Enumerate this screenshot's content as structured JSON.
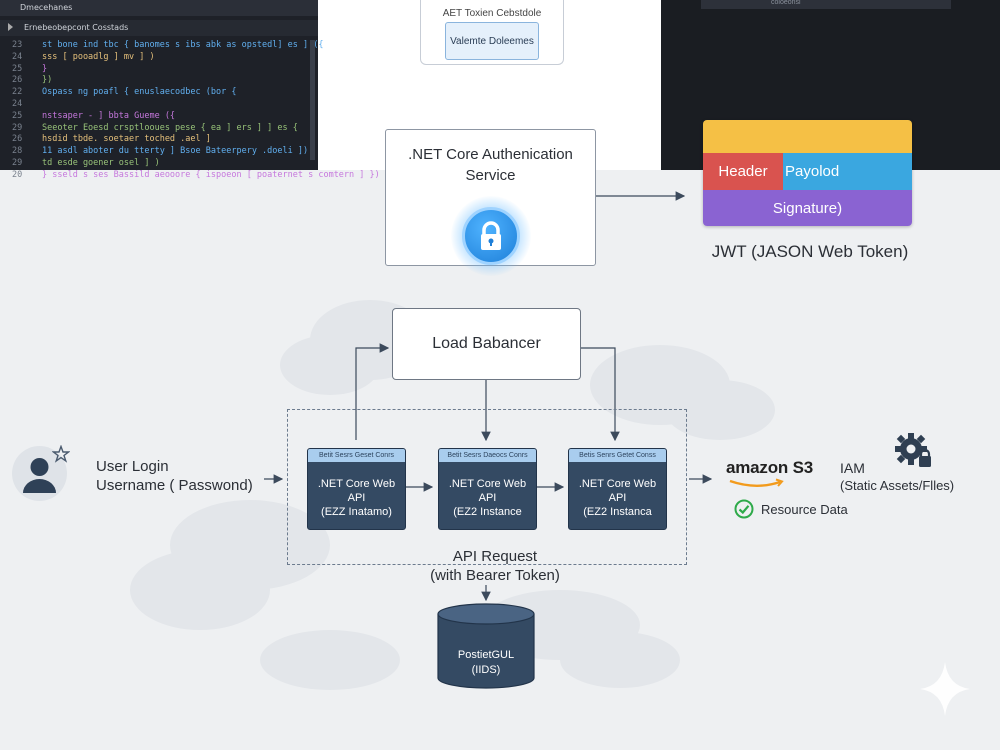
{
  "code_panel": {
    "tab_title": "Dmecehanes",
    "path_title": "Ernebeobepcont Cosstads",
    "lines": [
      {
        "n": "23",
        "t": "        st bone  ind  tbc { banomes s  ibs  abk as opstedl] es ] ({"
      },
      {
        "n": "24",
        "t": "          sss [ pooadlg ] mv ] )"
      },
      {
        "n": "25",
        "t": "    }"
      },
      {
        "n": "26",
        "t": " })"
      },
      {
        "n": "22",
        "t": " Ospass ng poafl { enuslaecodbec (bor {"
      },
      {
        "n": "24",
        "t": ""
      },
      {
        "n": "25",
        "t": " nstsaper - ] bbta  Gueme  ({"
      },
      {
        "n": "29",
        "t": "        Seeoter  Eoesd  crsptlooues pese  { ea ] ers ] ] es {"
      },
      {
        "n": "26",
        "t": "        hsdid  tbde.  soetaer  toched .ael ]"
      },
      {
        "n": "28",
        "t": "        11 asdl  aboter  du  tterty ] Bsoe  Bateerpery .doeli ])"
      },
      {
        "n": "29",
        "t": "        td esde  goener  osel ] )"
      },
      {
        "n": "20",
        "t": "  } sseld s ses  Bassild  aeooore { ispoeon [ poaternet s  comtern ] })"
      }
    ]
  },
  "top_mid": {
    "label": "AET Toxien Cebstdole",
    "button": "Valemte Doleemes"
  },
  "dark_panel": {
    "strip_text": "coloeonsl"
  },
  "auth": {
    "title_line1": ".NET Core Authenication",
    "title_line2": "Service",
    "icon": "lock-icon"
  },
  "jwt": {
    "header": "Header",
    "payload": "Payolod",
    "signature": "Signature)",
    "caption": "JWT (JASON Web Token)",
    "colors": {
      "top": "#f5c045",
      "header": "#d9534f",
      "payload": "#3aa7e0",
      "signature": "#8a63d2"
    }
  },
  "load_balancer": {
    "label": "Load Babancer"
  },
  "instances": [
    {
      "head": "Betit Sesrs  Geset Conrs",
      "line1": ".NET Core Web API",
      "line2": "(EZZ Inatamo)"
    },
    {
      "head": "Betit Sesrs  Daeocs Conrs",
      "line1": ".NET Core Web API",
      "line2": "(EZ2 Instance"
    },
    {
      "head": "Betis Senrs  Getet Conss",
      "line1": ".NET Core Web API",
      "line2": "(EZ2 Instanca"
    }
  ],
  "api_request": {
    "line1": "API Request",
    "line2": "(with Bearer Token)"
  },
  "user": {
    "line1": "User Login",
    "line2": "Username ( Passwond)"
  },
  "s3": {
    "brand": "amazon S3",
    "resource": "Resource Data"
  },
  "iam": {
    "title": "IAM",
    "subtitle": "(Static Assets/Flles)"
  },
  "database": {
    "line1": "PostietGUL",
    "line2": "(IIDS)"
  },
  "icons": [
    "lock-icon",
    "user-icon",
    "star-icon",
    "gear-lock-icon",
    "check-icon",
    "amazon-smile-icon",
    "database-icon",
    "sparkle-icon"
  ]
}
